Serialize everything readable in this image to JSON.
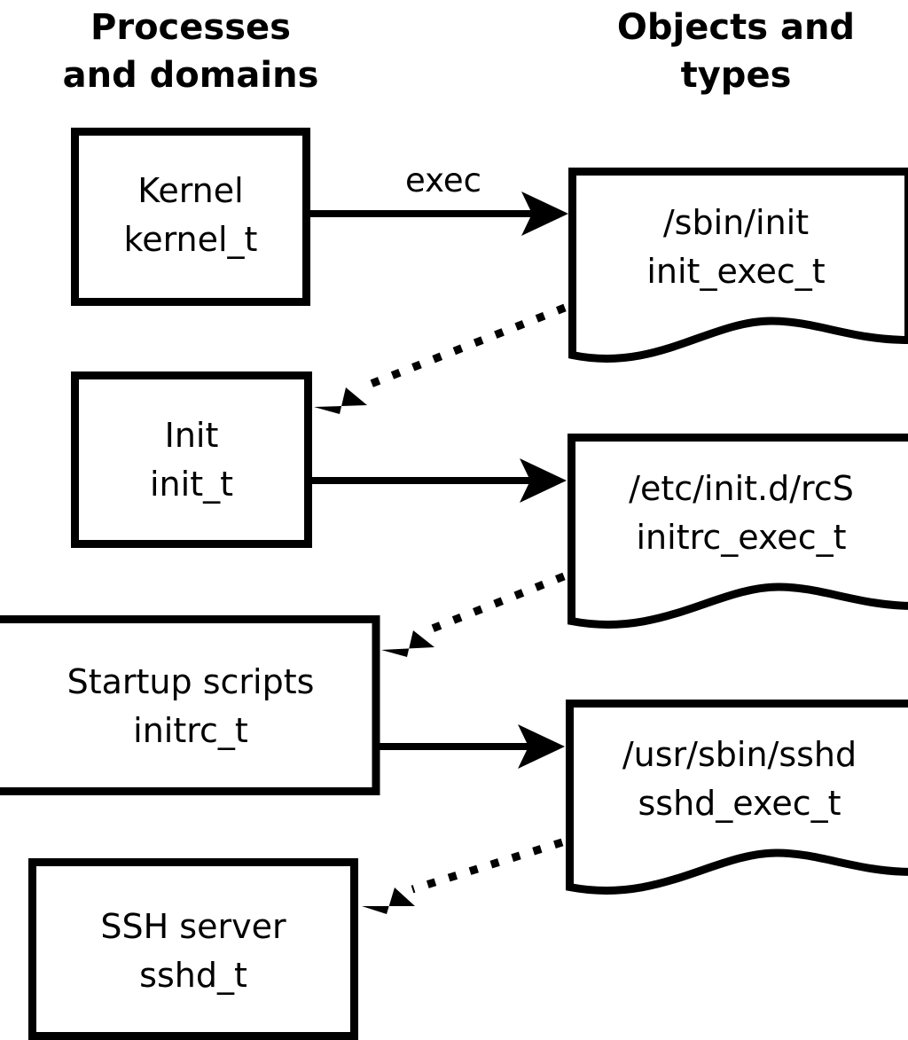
{
  "figure": {
    "title_columns": {
      "left": {
        "line1": "Processes",
        "line2": "and domains"
      },
      "right": {
        "line1": "Objects and",
        "line2": "types"
      }
    },
    "accent_color": "#000000",
    "background_color": "#ffffff"
  },
  "process_nodes": [
    {
      "id": "kernel",
      "name": "Kernel",
      "type": "kernel_t"
    },
    {
      "id": "init",
      "name": "Init",
      "type": "init_t"
    },
    {
      "id": "initrc",
      "name": "Startup scripts",
      "type": "initrc_t"
    },
    {
      "id": "sshd",
      "name": "SSH server",
      "type": "sshd_t"
    }
  ],
  "object_nodes": [
    {
      "id": "init_exec",
      "path": "/sbin/init",
      "type": "init_exec_t"
    },
    {
      "id": "initrc_exec",
      "path": "/etc/init.d/rcS",
      "type": "initrc_exec_t"
    },
    {
      "id": "sshd_exec",
      "path": "/usr/sbin/sshd",
      "type": "sshd_exec_t"
    }
  ],
  "edges": [
    {
      "id": "e1",
      "from": "kernel",
      "to": "init_exec",
      "label": "exec",
      "style": "solid"
    },
    {
      "id": "e2",
      "from": "init_exec",
      "to": "init",
      "label": "",
      "style": "dotted"
    },
    {
      "id": "e3",
      "from": "init",
      "to": "initrc_exec",
      "label": "",
      "style": "solid"
    },
    {
      "id": "e4",
      "from": "initrc_exec",
      "to": "initrc",
      "label": "",
      "style": "dotted"
    },
    {
      "id": "e5",
      "from": "initrc",
      "to": "sshd_exec",
      "label": "",
      "style": "solid"
    },
    {
      "id": "e6",
      "from": "sshd_exec",
      "to": "sshd",
      "label": "",
      "style": "dotted"
    }
  ]
}
